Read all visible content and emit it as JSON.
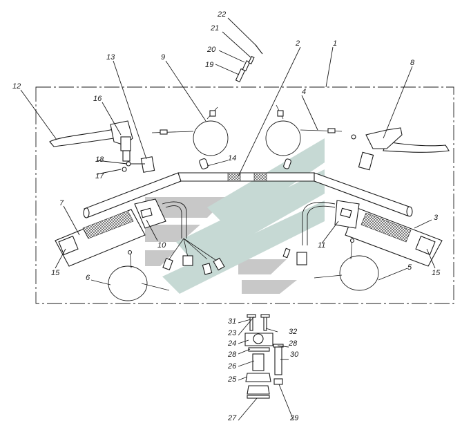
{
  "callouts": {
    "c1": "1",
    "c2": "2",
    "c3": "3",
    "c4": "4",
    "c5": "5",
    "c6": "6",
    "c7": "7",
    "c8": "8",
    "c9": "9",
    "c10": "10",
    "c11": "11",
    "c12": "12",
    "c13": "13",
    "c14": "14",
    "c15a": "15",
    "c15b": "15",
    "c16": "16",
    "c17": "17",
    "c18": "18",
    "c19": "19",
    "c20": "20",
    "c21": "21",
    "c22": "22",
    "c23": "23",
    "c24": "24",
    "c25": "25",
    "c26": "26",
    "c27": "27",
    "c28a": "28",
    "c28b": "28",
    "c29": "29",
    "c30": "30",
    "c31": "31",
    "c32": "32"
  },
  "colors": {
    "line": "#1a1a1a",
    "watermark_gray": "#c8c8c8",
    "watermark_teal": "#c6d9d4",
    "background": "#ffffff"
  }
}
